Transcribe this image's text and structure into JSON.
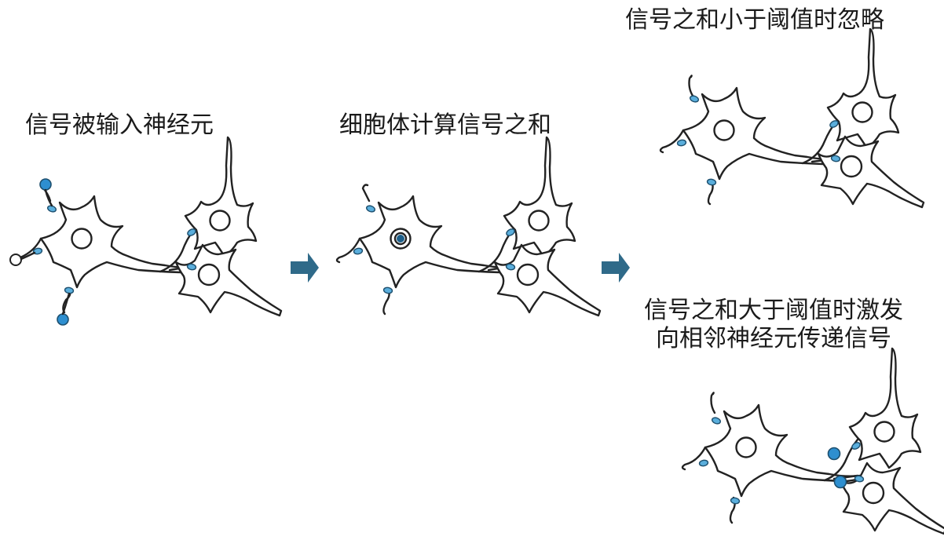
{
  "labels": {
    "stage1": "信号被输入神经元",
    "stage2": "细胞体计算信号之和",
    "below_threshold": "信号之和小于阈值时忽略",
    "above_threshold_line1": "信号之和大于阈值时激发",
    "above_threshold_line2": "向相邻神经元传递信号"
  },
  "colors": {
    "signal": "#2e8fd0",
    "synapse": "#5aaedc",
    "arrow": "#2f6a89",
    "outline": "#222222"
  },
  "icons": {
    "flow_arrow": "right-arrow-icon"
  }
}
